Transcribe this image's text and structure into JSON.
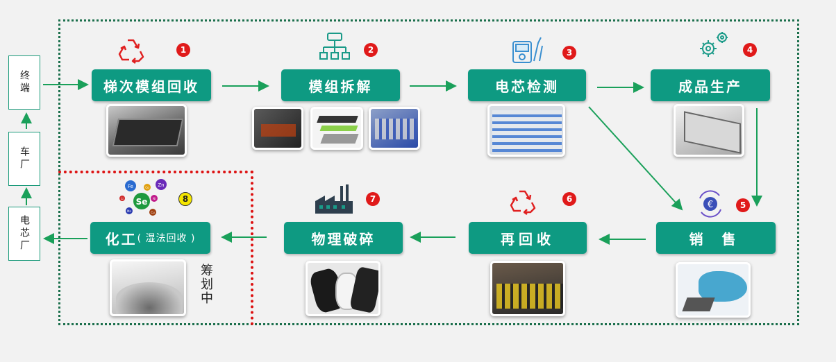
{
  "left_boxes": [
    "终端",
    "车厂",
    "电芯厂"
  ],
  "steps": [
    {
      "label": "梯次模组回收",
      "number": "1"
    },
    {
      "label": "模组拆解",
      "number": "2"
    },
    {
      "label": "电芯检测",
      "number": "3"
    },
    {
      "label": "成品生产",
      "number": "4"
    },
    {
      "label": "销 售",
      "number": "5"
    },
    {
      "label": "再回收",
      "number": "6"
    },
    {
      "label": "物理破碎",
      "number": "7"
    },
    {
      "label": "化工",
      "sub": "( 湿法回收 )",
      "number": "8"
    }
  ],
  "planning_note": "筹划中",
  "elements": [
    "Fe",
    "Zn",
    "Se",
    "Li",
    "Ni",
    "Co",
    "Mn",
    "Cu"
  ],
  "colors": {
    "accent": "#0e9a82",
    "arrow": "#1aa05a",
    "badge": "#e01a1a",
    "frame": "#1b6f4c",
    "planning_frame": "#dd1111"
  }
}
